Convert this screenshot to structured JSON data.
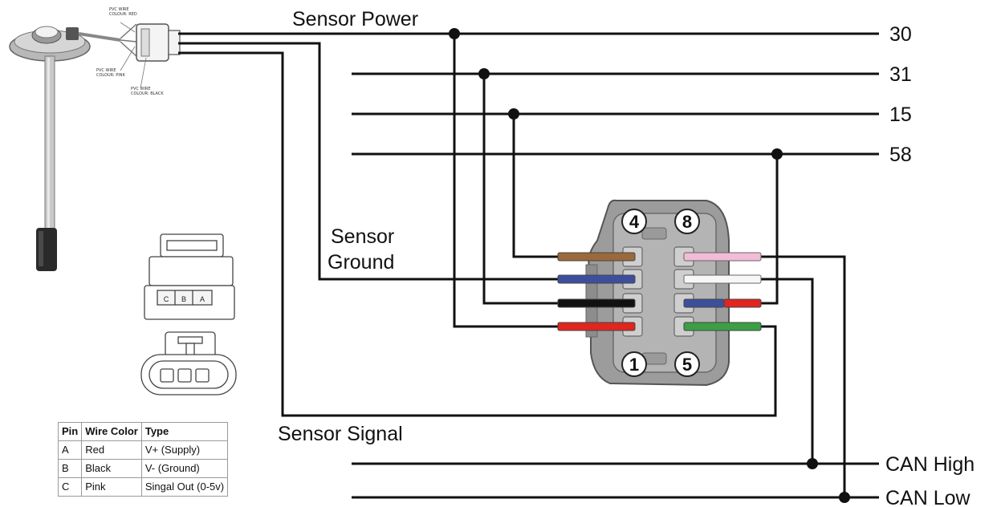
{
  "labels": {
    "sensor_power": "Sensor Power",
    "sensor_ground_line1": "Sensor",
    "sensor_ground_line2": "Ground",
    "sensor_signal": "Sensor Signal"
  },
  "terminals": {
    "t30": "30",
    "t31": "31",
    "t15": "15",
    "t58": "58",
    "can_high": "CAN High",
    "can_low": "CAN Low"
  },
  "connector_pins": {
    "p4": "4",
    "p8": "8",
    "p1": "1",
    "p5": "5"
  },
  "sensor_connector_slots": [
    "C",
    "B",
    "A"
  ],
  "sensor_callouts": {
    "red": [
      "PVC WIRE",
      "COLOUR: RED"
    ],
    "pink": [
      "PVC WIRE",
      "COLOUR: PINK"
    ],
    "black": [
      "PVC WIRE",
      "COLOUR: BLACK"
    ]
  },
  "wire_colors": {
    "brown": "#9a6a3c",
    "blue": "#3d4f9c",
    "black": "#111111",
    "red": "#e0261f",
    "pink": "#f2bcd6",
    "white": "#f7f7f7",
    "green": "#3aa043"
  },
  "pin_table": {
    "headers": [
      "Pin",
      "Wire Color",
      "Type"
    ],
    "rows": [
      [
        "A",
        "Red",
        "V+ (Supply)"
      ],
      [
        "B",
        "Black",
        "V- (Ground)"
      ],
      [
        "C",
        "Pink",
        "Singal Out (0-5v)"
      ]
    ]
  }
}
